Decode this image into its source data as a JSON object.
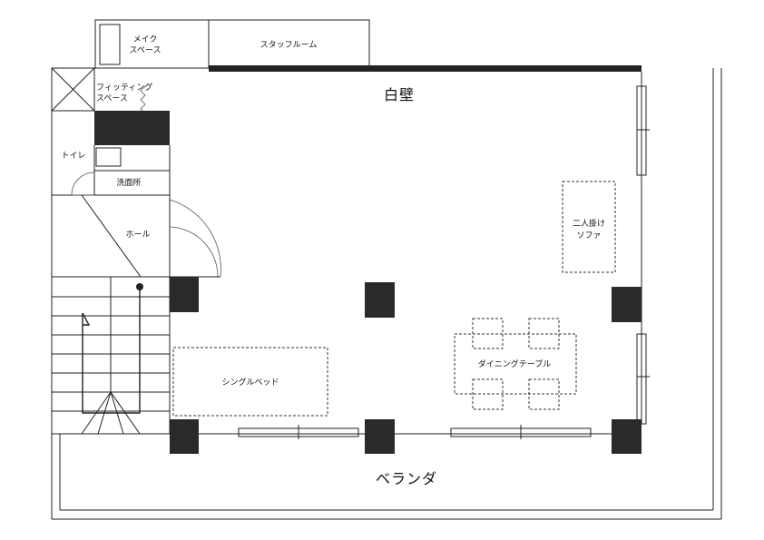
{
  "labels": {
    "make_space_1": "メイク",
    "make_space_2": "スペース",
    "staff_room": "スタッフルーム",
    "fitting_1": "フィッティング",
    "fitting_2": "スペース",
    "white_wall": "白壁",
    "toilet": "トイレ",
    "washroom": "洗面所",
    "hall": "ホール",
    "sofa_1": "二人掛け",
    "sofa_2": "ソファ",
    "dining_table": "ダイニングテーブル",
    "single_bed": "シングルベッド",
    "veranda": "ベランダ"
  },
  "colors": {
    "line": "#222222",
    "pillar": "#2a2a2a",
    "background": "#ffffff"
  }
}
